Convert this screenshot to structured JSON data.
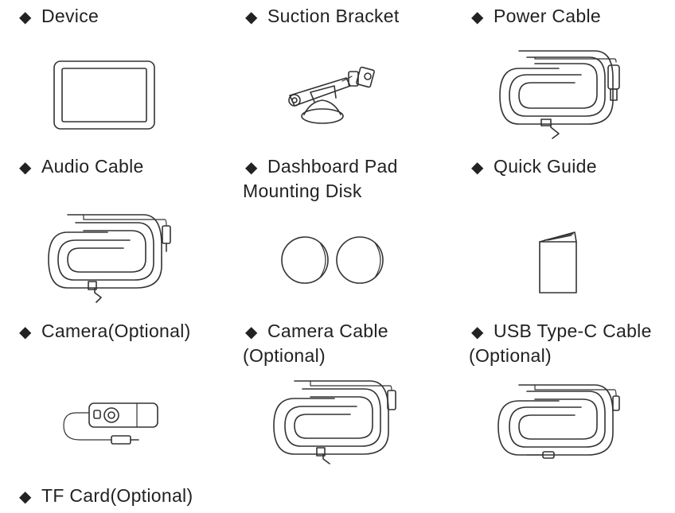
{
  "bullet": "◆",
  "items": [
    {
      "label": "Device",
      "icon": "tablet-device-icon"
    },
    {
      "label": "Suction Bracket",
      "icon": "suction-bracket-icon"
    },
    {
      "label": "Power Cable",
      "icon": "power-cable-icon"
    },
    {
      "label": "Audio Cable",
      "icon": "audio-cable-icon"
    },
    {
      "label_line1": "Dashboard Pad",
      "label_line2": "Mounting Disk",
      "icon": "mounting-disk-icon"
    },
    {
      "label": "Quick Guide",
      "icon": "quick-guide-icon"
    },
    {
      "label": "Camera(Optional)",
      "icon": "camera-icon"
    },
    {
      "label_line1": "Camera Cable",
      "label_line2": "(Optional)",
      "icon": "camera-cable-icon"
    },
    {
      "label_line1": "USB Type-C Cable",
      "label_line2": "(Optional)",
      "icon": "usb-c-cable-icon"
    },
    {
      "label": "TF Card(Optional)",
      "icon": "tf-card-icon"
    }
  ]
}
